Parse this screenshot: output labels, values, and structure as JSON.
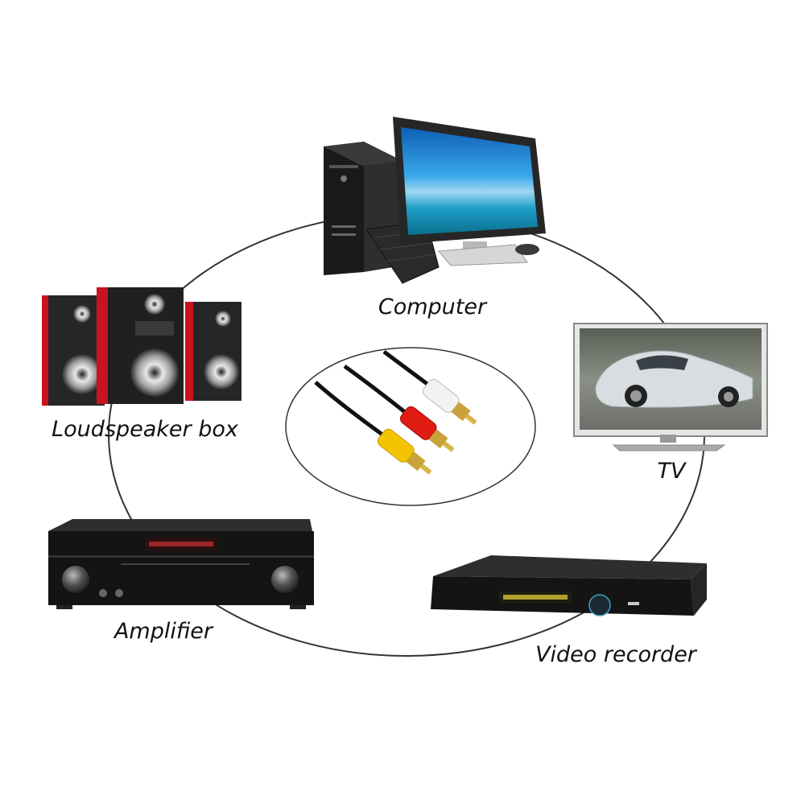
{
  "devices": [
    {
      "id": "computer",
      "label": "Computer",
      "icon": "computer-icon"
    },
    {
      "id": "tv",
      "label": "TV",
      "icon": "tv-icon"
    },
    {
      "id": "loudspeaker",
      "label": "Loudspeaker box",
      "icon": "loudspeaker-icon"
    },
    {
      "id": "amplifier",
      "label": "Amplifier",
      "icon": "amplifier-icon"
    },
    {
      "id": "video_recorder",
      "label": "Video recorder",
      "icon": "video-recorder-icon"
    }
  ],
  "center": {
    "icon": "rca-cable-icon"
  },
  "colors": {
    "ring": "#333333",
    "plug_yellow": "#f5c400",
    "plug_red": "#e01b12",
    "plug_white": "#f2f2f2",
    "gold": "#c9a23a",
    "device_dark": "#1c1c1c",
    "speaker_red": "#c8141e",
    "screen_blue": "#2f9be0"
  }
}
